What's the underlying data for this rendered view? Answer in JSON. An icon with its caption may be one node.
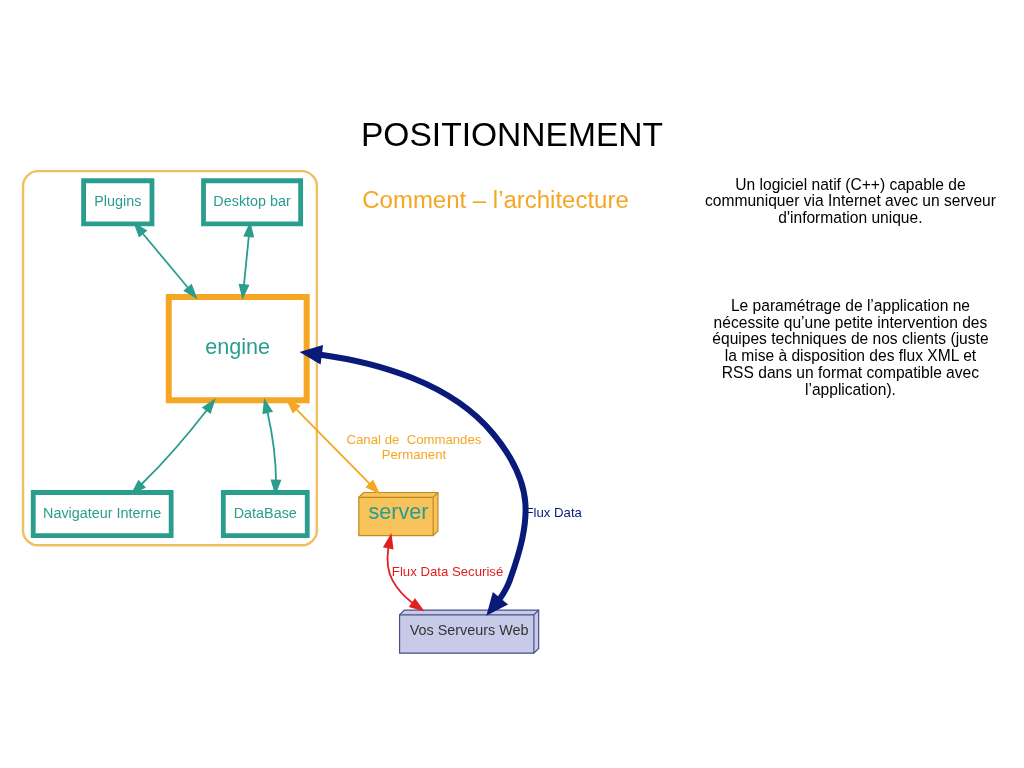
{
  "diagram": {
    "title": "POSITIONNEMENT",
    "nodes": [
      {
        "text": [],
        "shape": "box"
      },
      {
        "text": [
          "Desktop bar"
        ],
        "in": 0
      },
      {
        "text": [
          "Plugins"
        ],
        "in": 0
      },
      {
        "text": [
          "engine"
        ],
        "in": 0
      },
      {
        "text": [
          "Navigateur Interne"
        ],
        "in": 0
      },
      {
        "text": [
          "DataBase"
        ],
        "in": 0
      },
      {
        "text": [
          "server"
        ]
      },
      {
        "text": [
          "Vos Serveurs Web"
        ]
      }
    ],
    "edges": [
      {
        "from": 1,
        "to": 3,
        "arrow": "both"
      },
      {
        "from": 2,
        "to": 3,
        "arrow": "both"
      },
      {
        "from": 4,
        "to": 3,
        "arrow": "both"
      },
      {
        "from": 5,
        "to": 3,
        "arrow": "both"
      },
      {
        "from": 3,
        "to": 6,
        "arrow": "both",
        "label": "Canal de  Commandes Permanent",
        "color": "#f5a623"
      },
      {
        "from": 6,
        "to": 7,
        "arrow": "both",
        "label": "Flux Data Securisé",
        "color": "#e02020"
      },
      {
        "from": 3,
        "to": 7,
        "arrow": "both",
        "label": "Flux Data",
        "style": "thick",
        "color": "#0a1a7a"
      }
    ],
    "labels": [
      "Comment – l’architecture",
      "Un logiciel natif (C++) capable de communiquer via Internet avec un serveur d'information unique.",
      "Le paramétrage de l’application ne nécessite qu’une petite intervention des équipes techniques de nos clients (juste la mise à disposition des flux XML et RSS dans un format compatible avec l’application)."
    ]
  }
}
